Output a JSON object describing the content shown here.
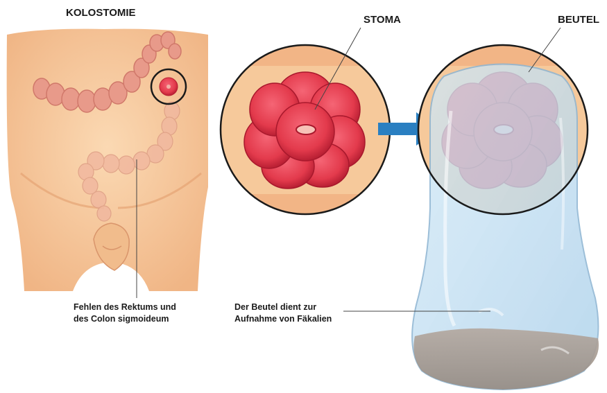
{
  "title": "KOLOSTOMIE",
  "labels": {
    "stoma": "STOMA",
    "beutel": "BEUTEL"
  },
  "captions": {
    "rectum": [
      "Fehlen des Rektums und",
      "des Colon sigmoideum"
    ],
    "bag": [
      "Der Beutel dient zur",
      "Aufnahme von Fäkalien"
    ]
  },
  "colors": {
    "skin": "#f6c99b",
    "skin_dark": "#e8a878",
    "colon": "#e89a8a",
    "stoma": "#e33a4c",
    "stoma_dark": "#b81f33",
    "arrow": "#2a7fc1",
    "bag": "#b9daf0",
    "bag_edge": "#8fb6d3"
  }
}
